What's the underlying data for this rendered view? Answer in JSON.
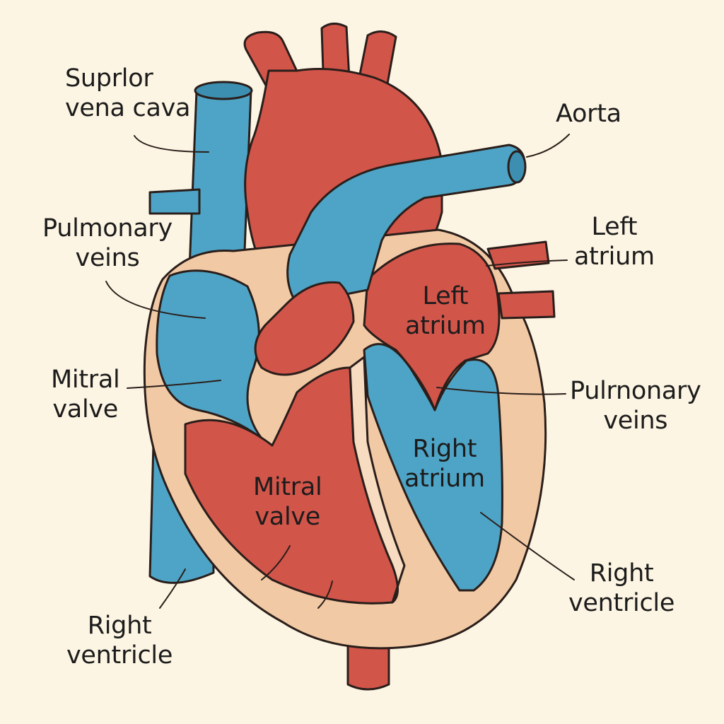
{
  "colors": {
    "background": "#fdf5e3",
    "oxygenated_red": "#d2554a",
    "deoxygenated_blue": "#4ea4c6",
    "heart_wall": "#f1c9a5",
    "outline": "#2a1e1a",
    "label_text": "#1c1c1c"
  },
  "labels": {
    "superior_vena_cava": {
      "line1": "Suprlor",
      "line2": "vena cava"
    },
    "aorta": {
      "line1": "Aorta"
    },
    "pulmonary_veins_left": {
      "line1": "Pulmonary",
      "line2": "veins"
    },
    "left_atrium_outer": {
      "line1": "Left",
      "line2": "atrium"
    },
    "left_atrium_inner": {
      "line1": "Left",
      "line2": "atrium"
    },
    "mitral_valve_left": {
      "line1": "Mitral",
      "line2": "valve"
    },
    "pulmonary_veins_right": {
      "line1": "Pulrnonary",
      "line2": "veins"
    },
    "right_atrium_inner": {
      "line1": "Right",
      "line2": "atrium"
    },
    "mitral_valve_inner": {
      "line1": "Mitral",
      "line2": "valve"
    },
    "right_ventricle_right": {
      "line1": "Right",
      "line2": "ventricle"
    },
    "right_ventricle_left": {
      "line1": "Right",
      "line2": "ventricle"
    }
  }
}
